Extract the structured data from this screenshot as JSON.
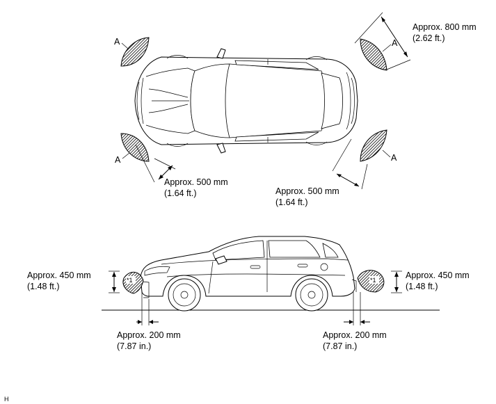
{
  "top_view": {
    "zone_label": "A",
    "front_corner_distance": {
      "metric": "Approx. 500 mm",
      "imperial": "(1.64 ft.)"
    },
    "rear_corner_distance": {
      "metric": "Approx. 500 mm",
      "imperial": "(1.64 ft.)"
    },
    "rear_side_distance": {
      "metric": "Approx. 800 mm",
      "imperial": "(2.62 ft.)"
    }
  },
  "side_view": {
    "front_height": {
      "metric": "Approx. 450 mm",
      "imperial": "(1.48 ft.)"
    },
    "rear_height": {
      "metric": "Approx. 450 mm",
      "imperial": "(1.48 ft.)"
    },
    "front_offset": {
      "metric": "Approx. 200 mm",
      "imperial": "(7.87 in.)"
    },
    "rear_offset": {
      "metric": "Approx. 200 mm",
      "imperial": "(7.87 in.)"
    },
    "marker": "*1"
  },
  "corner_code": "H"
}
